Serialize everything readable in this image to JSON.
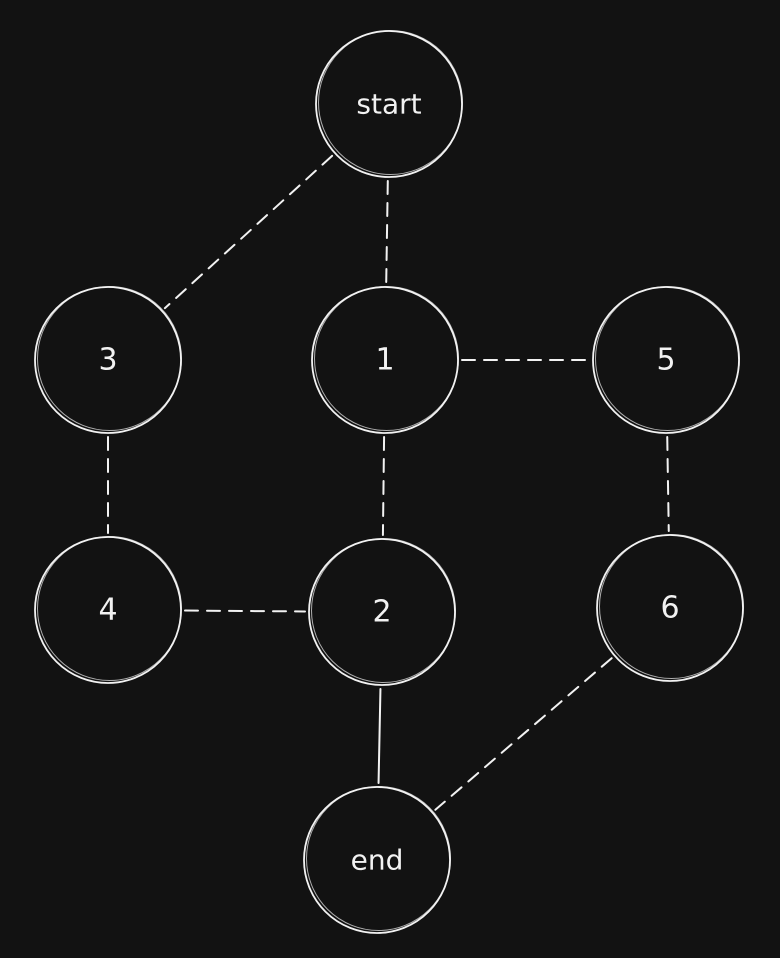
{
  "diagram": {
    "nodes": [
      {
        "id": "start",
        "label": "start"
      },
      {
        "id": "n1",
        "label": "1"
      },
      {
        "id": "n2",
        "label": "2"
      },
      {
        "id": "n3",
        "label": "3"
      },
      {
        "id": "n4",
        "label": "4"
      },
      {
        "id": "n5",
        "label": "5"
      },
      {
        "id": "n6",
        "label": "6"
      },
      {
        "id": "end",
        "label": "end"
      }
    ],
    "edges": [
      {
        "from": "start",
        "to": "n3",
        "style": "dashed"
      },
      {
        "from": "start",
        "to": "n1",
        "style": "dashed"
      },
      {
        "from": "n1",
        "to": "n5",
        "style": "dashed"
      },
      {
        "from": "n1",
        "to": "n2",
        "style": "dashed"
      },
      {
        "from": "n3",
        "to": "n4",
        "style": "dashed"
      },
      {
        "from": "n4",
        "to": "n2",
        "style": "dashed"
      },
      {
        "from": "n5",
        "to": "n6",
        "style": "dashed"
      },
      {
        "from": "n2",
        "to": "end",
        "style": "solid"
      },
      {
        "from": "n6",
        "to": "end",
        "style": "dashed"
      }
    ]
  }
}
